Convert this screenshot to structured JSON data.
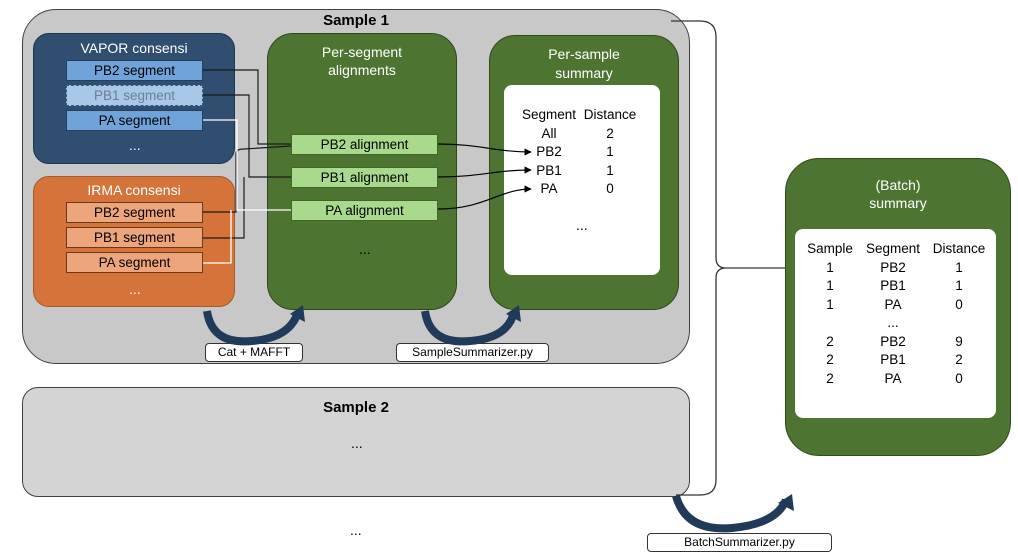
{
  "sample1": {
    "title": "Sample 1",
    "vapor": {
      "title": "VAPOR consensi",
      "segments": [
        "PB2 segment",
        "PB1 segment",
        "PA segment"
      ],
      "more": "..."
    },
    "irma": {
      "title": "IRMA consensi",
      "segments": [
        "PB2 segment",
        "PB1 segment",
        "PA segment"
      ],
      "more": "..."
    },
    "per_segment": {
      "title_line1": "Per-segment",
      "title_line2": "alignments",
      "alignments": [
        "PB2 alignment",
        "PB1 alignment",
        "PA alignment"
      ],
      "more": "..."
    },
    "per_sample": {
      "title_line1": "Per-sample",
      "title_line2": "summary",
      "header": [
        "Segment",
        "Distance"
      ],
      "rows": [
        [
          "All",
          "2"
        ],
        [
          "PB2",
          "1"
        ],
        [
          "PB1",
          "1"
        ],
        [
          "PA",
          "0"
        ]
      ],
      "more": "..."
    },
    "step1_label": "Cat + MAFFT",
    "step2_label": "SampleSummarizer.py"
  },
  "sample2": {
    "title": "Sample 2",
    "more": "..."
  },
  "more_samples": "...",
  "batch": {
    "title_line1": "(Batch)",
    "title_line2": "summary",
    "header": [
      "Sample",
      "Segment",
      "Distance"
    ],
    "rows": [
      [
        "1",
        "PB2",
        "1"
      ],
      [
        "1",
        "PB1",
        "1"
      ],
      [
        "1",
        "PA",
        "0"
      ],
      [
        "",
        "...",
        ""
      ],
      [
        "2",
        "PB2",
        "9"
      ],
      [
        "2",
        "PB1",
        "2"
      ],
      [
        "2",
        "PA",
        "0"
      ]
    ]
  },
  "step3_label": "BatchSummarizer.py",
  "colors": {
    "vapor_panel": "#2f4e70",
    "irma_panel": "#d4733a",
    "green_panel": "#4e7432",
    "sample_bg": "#c8c8c8"
  }
}
